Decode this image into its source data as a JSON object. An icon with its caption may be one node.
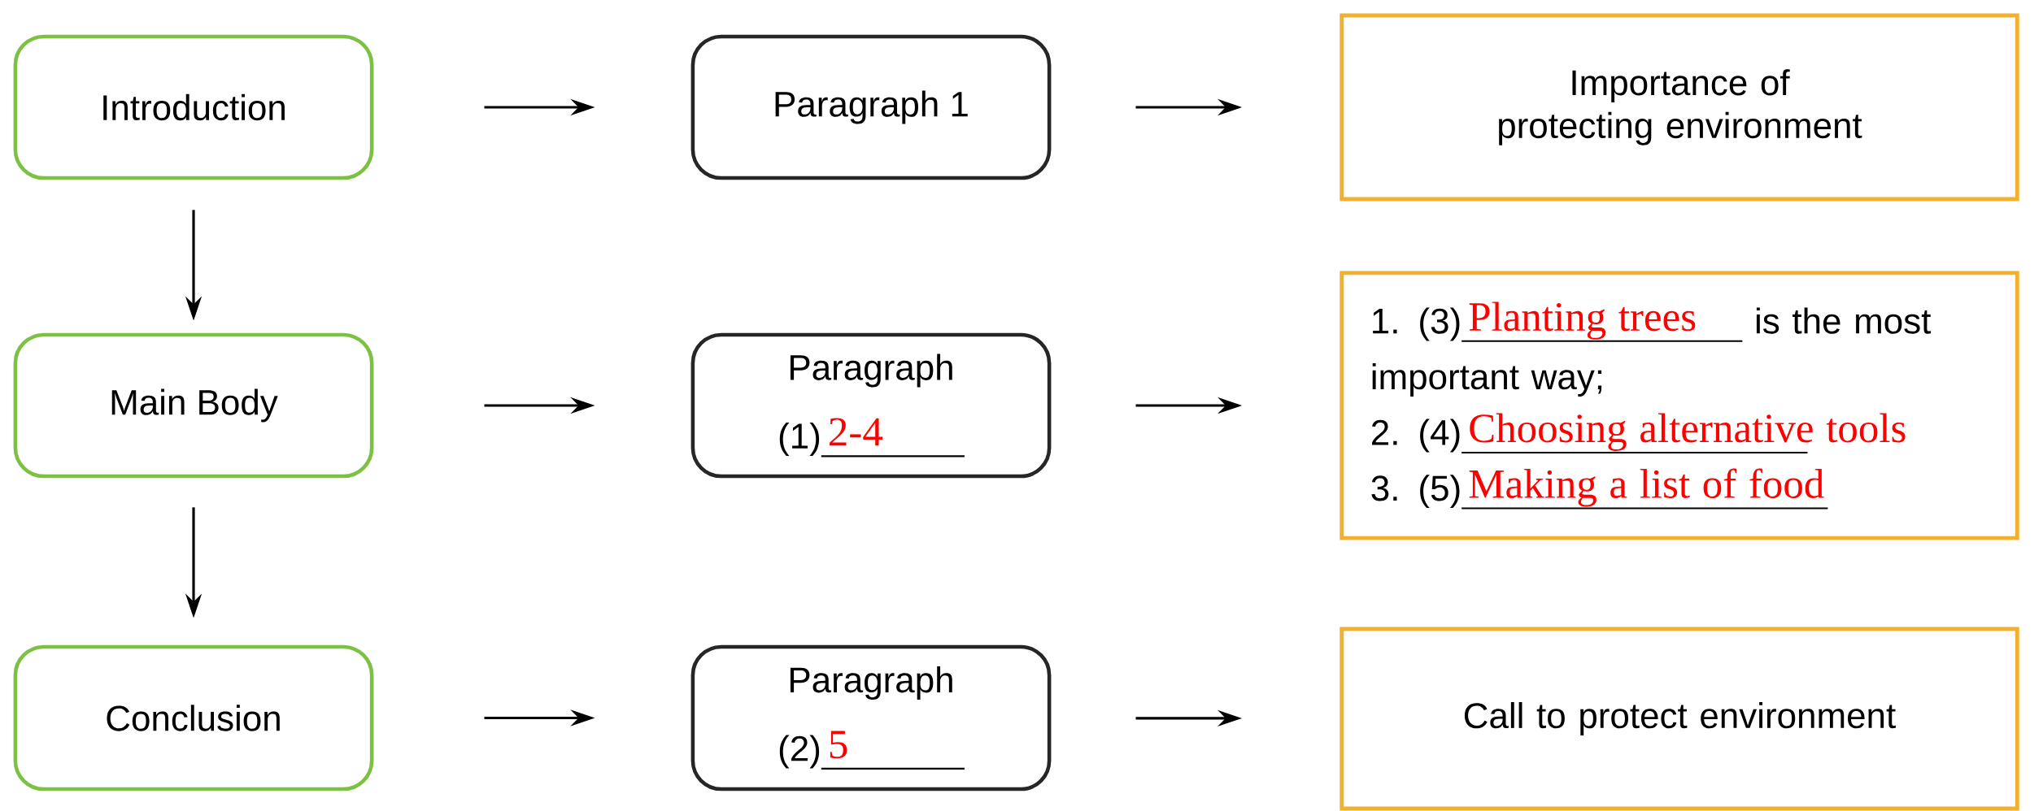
{
  "diagram": {
    "nodes": [
      {
        "text": [
          "Introduction"
        ]
      },
      {
        "text": [
          "Paragraph 1"
        ]
      },
      {
        "text": [
          "Importance of protecting environment"
        ]
      },
      {
        "text": [
          "Main Body"
        ]
      },
      {
        "text": [
          "Paragraph",
          "(1)",
          "2-4"
        ]
      },
      {
        "text": [
          "1. (3)",
          "Planting trees",
          "is the most important way;",
          "2. (4)",
          "Choosing alternative tools",
          "3. (5)",
          "Making a list of food"
        ]
      },
      {
        "text": [
          "Conclusion"
        ]
      },
      {
        "text": [
          "Paragraph",
          "(2)",
          "5"
        ]
      },
      {
        "text": [
          "Call to protect environment"
        ]
      }
    ],
    "edges": [
      {
        "from": 0,
        "to": 1,
        "arrow": "to"
      },
      {
        "from": 1,
        "to": 2,
        "arrow": "to"
      },
      {
        "from": 0,
        "to": 3,
        "arrow": "to"
      },
      {
        "from": 3,
        "to": 4,
        "arrow": "to"
      },
      {
        "from": 4,
        "to": 5,
        "arrow": "to"
      },
      {
        "from": 3,
        "to": 6,
        "arrow": "to"
      },
      {
        "from": 6,
        "to": 7,
        "arrow": "to"
      },
      {
        "from": 7,
        "to": 8,
        "arrow": "to"
      }
    ]
  }
}
